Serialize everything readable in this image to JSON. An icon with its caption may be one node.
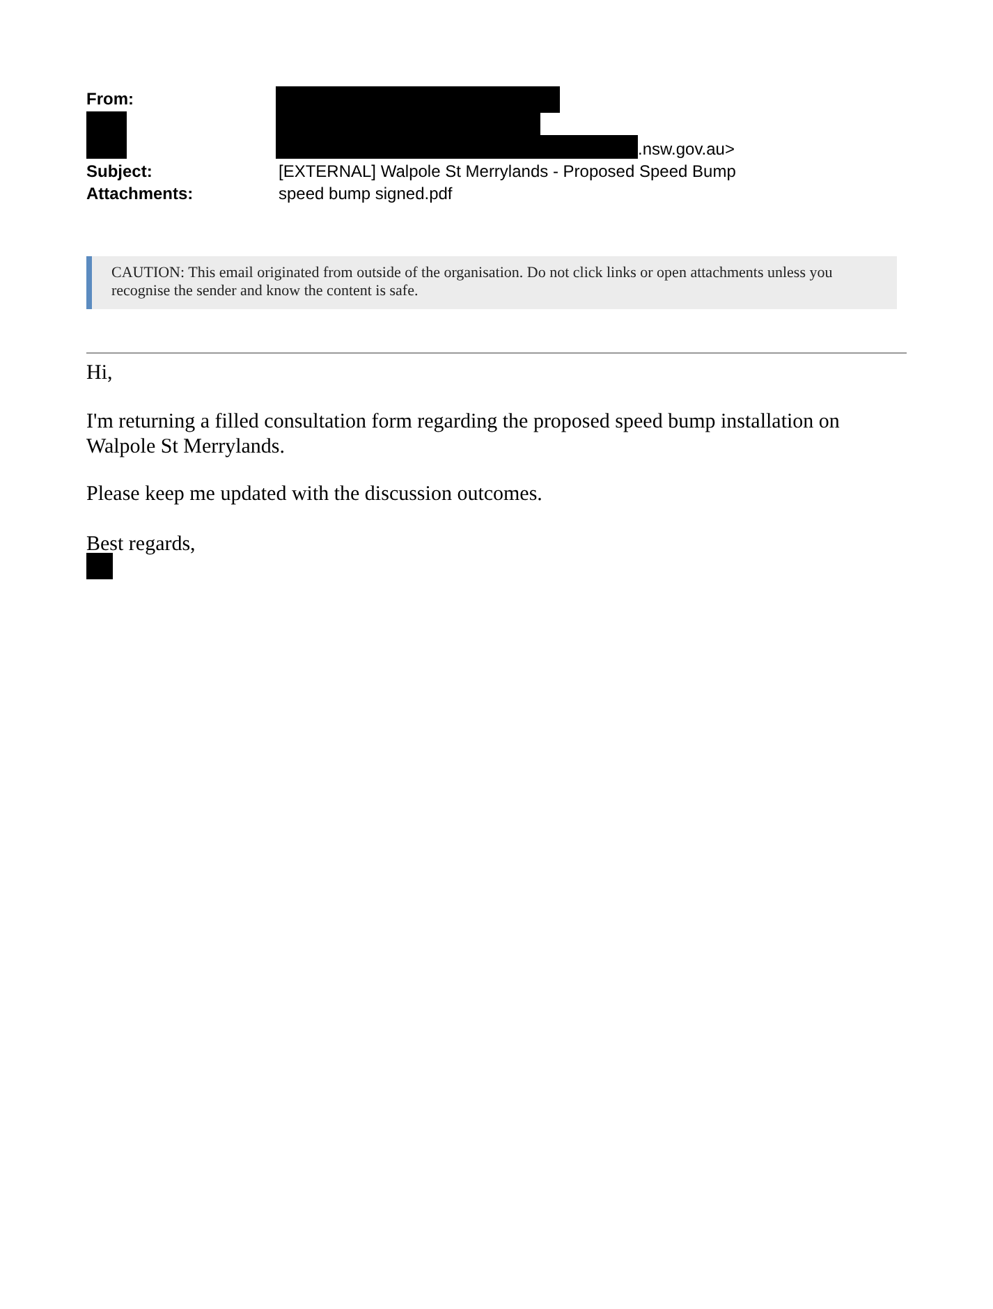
{
  "diagram": {
    "nodes": [
      {
        "text": [
          "CAUTION: This email originated from outside of the organisation. Do not click links or open attachments unless you recognise the sender and know the content is safe."
        ]
      }
    ],
    "labels": [
      "From:",
      ".nsw.gov.au>",
      "Subject:",
      "[EXTERNAL] Walpole St Merrylands - Proposed Speed Bump",
      "Attachments:",
      "speed bump signed.pdf",
      "Hi,",
      "I'm returning a filled consultation form regarding the proposed speed bump installation on Walpole St Merrylands.",
      "Please keep me updated with the discussion outcomes.",
      "Best regards,"
    ]
  }
}
